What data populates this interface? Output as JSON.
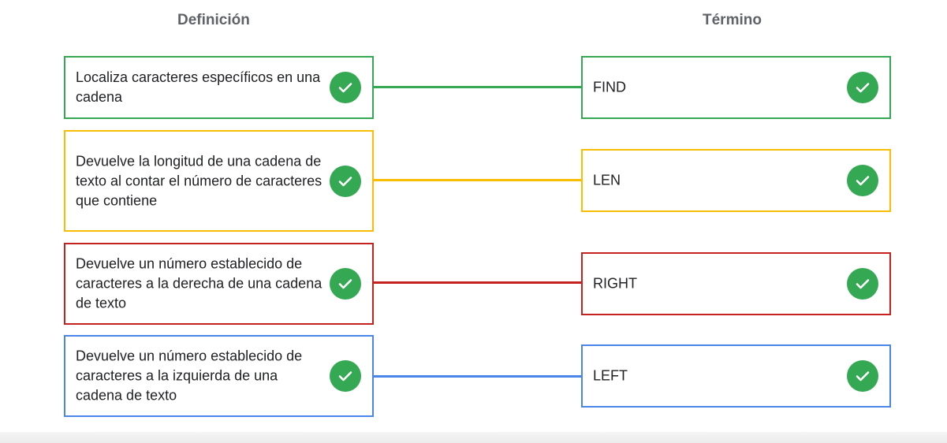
{
  "headers": {
    "definition": "Definición",
    "term": "Término"
  },
  "colors": {
    "green": "#34a853",
    "yellow": "#fbbc04",
    "red": "#c5221f",
    "blue": "#4a86e8",
    "check": "#34a853"
  },
  "pairs": [
    {
      "definition": "Localiza caracteres específicos en una cadena",
      "term": "FIND",
      "color": "green",
      "status_icon": "check-icon"
    },
    {
      "definition": "Devuelve la longitud de una cadena de texto al contar el número de caracteres que contiene",
      "term": "LEN",
      "color": "yellow",
      "status_icon": "check-icon"
    },
    {
      "definition": "Devuelve un número establecido de caracteres a la derecha de una cadena de texto",
      "term": "RIGHT",
      "color": "red",
      "status_icon": "check-icon"
    },
    {
      "definition": "Devuelve un número establecido de caracteres a la izquierda de una cadena de texto",
      "term": "LEFT",
      "color": "blue",
      "status_icon": "check-icon"
    }
  ]
}
